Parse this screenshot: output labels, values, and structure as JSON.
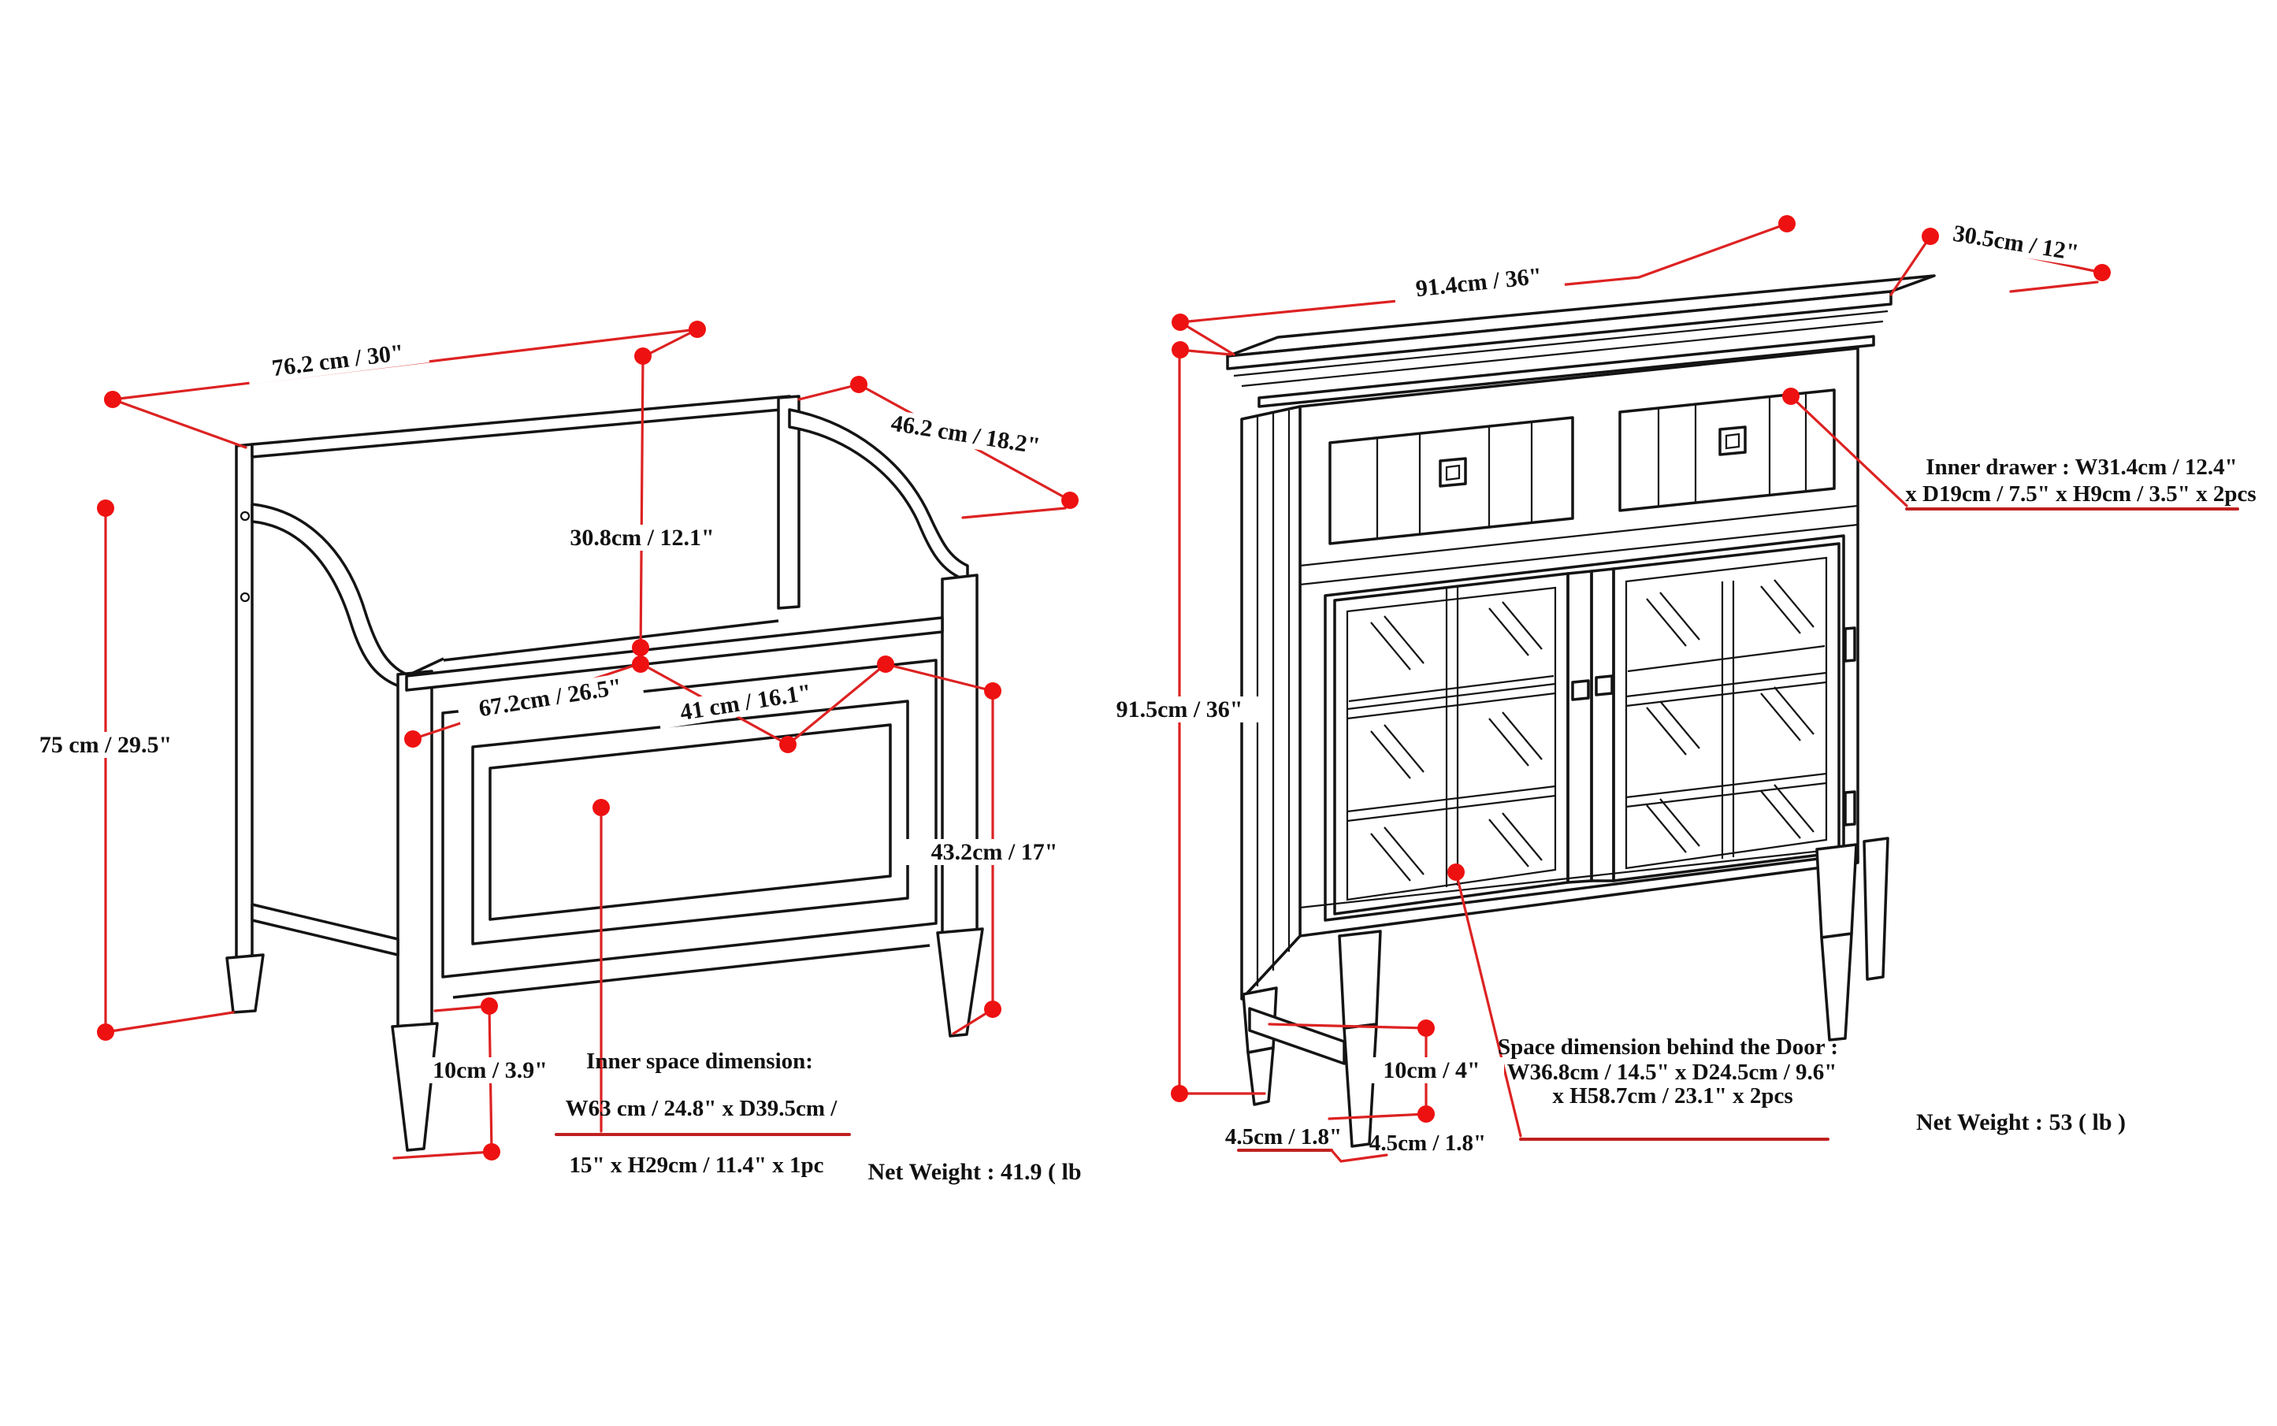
{
  "diagram": {
    "colors": {
      "dimension_red": "#dd2222",
      "underline_red": "#c02020",
      "dot_red": "#ee1111",
      "line_black": "#141414"
    },
    "bench": {
      "width_label": "76.2 cm / 30\"",
      "depth_label": "46.2 cm / 18.2\"",
      "height_label": "75 cm / 29.5\"",
      "back_height_label": "30.8cm / 12.1\"",
      "seat_width_label": "67.2cm / 26.5\"",
      "seat_depth_label": "41 cm / 16.1\"",
      "seat_height_label": "43.2cm / 17\"",
      "foot_height_label": "10cm / 3.9\"",
      "inner_space_line1": "Inner space dimension:",
      "inner_space_line2": "W63 cm / 24.8\" x D39.5cm /",
      "inner_space_line3": "15\" x H29cm / 11.4\" x 1pc",
      "net_weight_label": "Net Weight : 41.9 ( lb"
    },
    "cabinet": {
      "width_label": "91.4cm / 36\"",
      "depth_label": "30.5cm / 12\"",
      "height_label": "91.5cm / 36\"",
      "foot_height_label": "10cm / 4\"",
      "foot_inset_left_label": "4.5cm / 1.8\"",
      "foot_inset_right_label": "4.5cm / 1.8\"",
      "inner_drawer_line1": "Inner drawer : W31.4cm / 12.4\"",
      "inner_drawer_line2": "x D19cm / 7.5\" x H9cm / 3.5\" x 2pcs",
      "door_space_line1": "Space dimension behind the Door :",
      "door_space_line2": "W36.8cm / 14.5\" x D24.5cm / 9.6\"",
      "door_space_line3": "x H58.7cm / 23.1\" x 2pcs",
      "net_weight_label": "Net Weight : 53 ( lb )"
    }
  }
}
